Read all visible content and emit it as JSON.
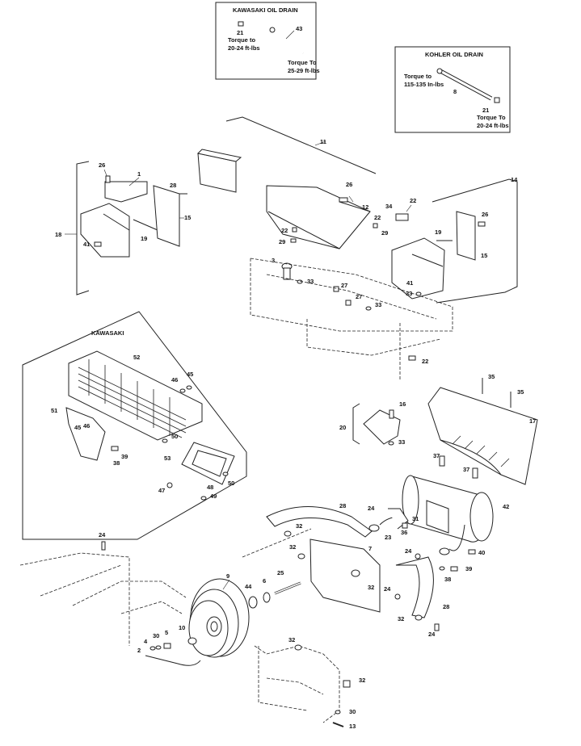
{
  "insets": {
    "kawasaki_drain": {
      "title": "KAWASAKI OIL DRAIN",
      "callouts": [
        "21",
        "43"
      ],
      "torque_a": [
        "Torque to",
        "20-24 ft-lbs"
      ],
      "torque_b": [
        "Torque To",
        "25-29 ft-lbs"
      ]
    },
    "kohler_drain": {
      "title": "KOHLER OIL DRAIN",
      "callouts": [
        "8",
        "21"
      ],
      "torque_a": [
        "Torque to",
        "115-135 In-lbs"
      ],
      "torque_b": [
        "Torque To",
        "20-24 ft-lbs"
      ]
    },
    "kawasaki_group": {
      "title": "KAWASAKI",
      "callouts": [
        "52",
        "46",
        "45",
        "51",
        "45",
        "46",
        "50",
        "39",
        "38",
        "53",
        "47",
        "48",
        "49",
        "50"
      ]
    }
  },
  "callouts": {
    "c11": "11",
    "c1": "1",
    "c26a": "26",
    "c28a": "28",
    "c18": "18",
    "c15a": "15",
    "c19a": "19",
    "c41a": "41",
    "c26b": "26",
    "c12": "12",
    "c34": "34",
    "c22a": "22",
    "c22b": "22",
    "c22c": "22",
    "c29a": "29",
    "c29b": "29",
    "c3": "3",
    "c33a": "33",
    "c27a": "27",
    "c27b": "27",
    "c33b": "33",
    "c41b": "41",
    "c33c": "33",
    "c14": "14",
    "c26c": "26",
    "c19b": "19",
    "c15b": "15",
    "c22d": "22",
    "c35a": "35",
    "c35b": "35",
    "c16": "16",
    "c20": "20",
    "c33d": "33",
    "c17": "17",
    "c37a": "37",
    "c37b": "37",
    "c42": "42",
    "c28b": "28",
    "c24a": "24",
    "c32a": "32",
    "c31": "31",
    "c23": "23",
    "c36": "36",
    "c32b": "32",
    "c7": "7",
    "c24b": "24",
    "c40": "40",
    "c24c": "24",
    "c38": "38",
    "c39": "39",
    "c9": "9",
    "c44": "44",
    "c6": "6",
    "c25": "25",
    "c32c": "32",
    "c24d": "24",
    "c28c": "28",
    "c32d": "32",
    "c24e": "24",
    "c4": "4",
    "c30a": "30",
    "c5": "5",
    "c10": "10",
    "c2": "2",
    "c32e": "32",
    "c32f": "32",
    "c30b": "30",
    "c13": "13"
  }
}
